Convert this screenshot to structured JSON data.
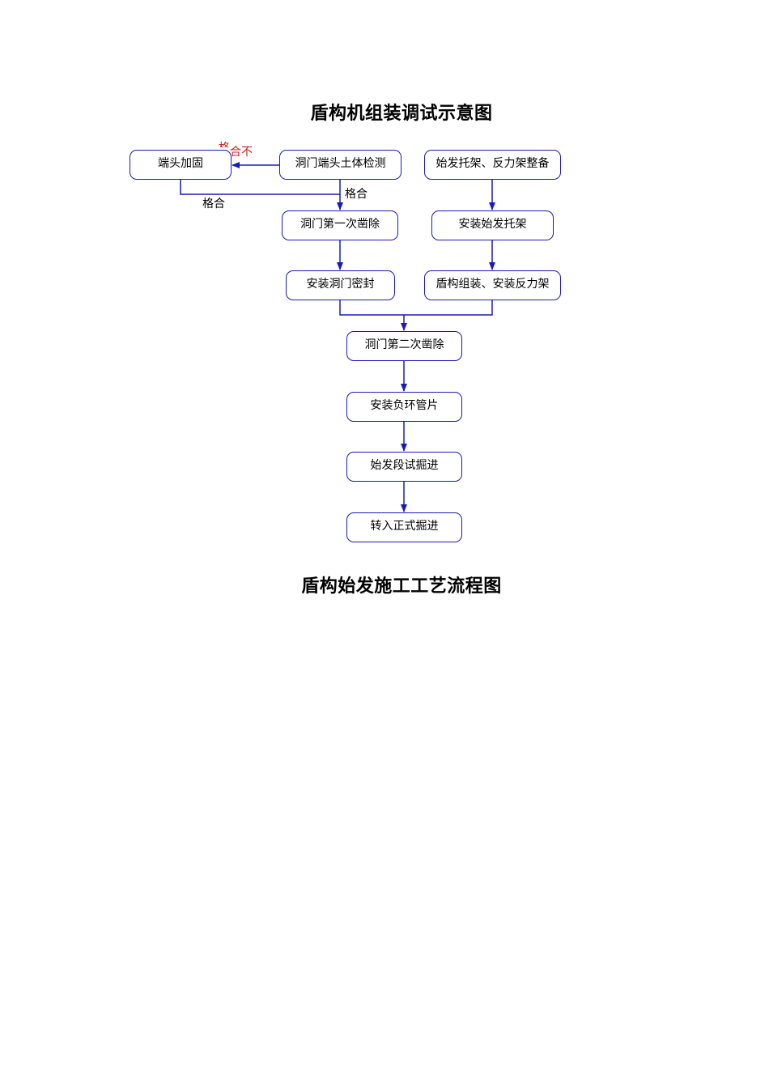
{
  "title_top": "盾构机组装调试示意图",
  "title_bottom": "盾构始发施工工艺流程图",
  "nodes": {
    "end_reinforce": "端头加固",
    "soil_test": "洞门端头土体检测",
    "cradle_prep": "始发托架、反力架整备",
    "first_chisel": "洞门第一次凿除",
    "install_cradle": "安装始发托架",
    "install_seal": "安装洞门密封",
    "assemble": "盾构组装、安装反力架",
    "second_chisel": "洞门第二次凿除",
    "neg_ring": "安装负环管片",
    "trial_drive": "始发段试掘进",
    "formal_drive": "转入正式掘进"
  },
  "edge_labels": {
    "fail": "合不",
    "fail_prefix": "格",
    "pass_right": "格合",
    "pass_left": "格合"
  },
  "colors": {
    "line": "#1a1ab8",
    "box_border": "#1a1ab8",
    "fail_label": "#d02020"
  }
}
